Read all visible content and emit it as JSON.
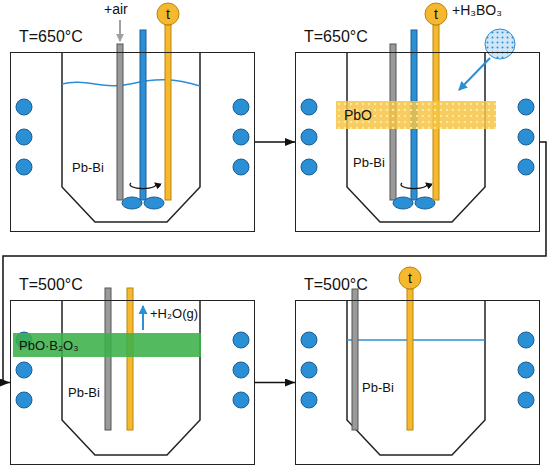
{
  "diagram": {
    "nodes": [
      {
        "text": [
          "T=650°C"
        ]
      },
      {
        "text": [
          "T=650°C"
        ]
      },
      {
        "text": [
          "PbO"
        ],
        "in": 1
      },
      {
        "text": [
          "T=500°C"
        ]
      },
      {
        "text": [
          "PbO·B₂O₃"
        ],
        "in": 3
      },
      {
        "text": [
          "T=500°C"
        ]
      }
    ],
    "edges": [
      {
        "from": 0,
        "to": 1,
        "arrow": "to"
      },
      {
        "from": 1,
        "to": 3,
        "arrow": "to"
      },
      {
        "from": 3,
        "to": 5,
        "arrow": "to"
      }
    ],
    "labels": [
      "+air",
      "t",
      "Pb-Bi",
      "t",
      "+H₃BO₃",
      "Pb-Bi",
      "Pb-Bi",
      "+H₂O(g)",
      "t",
      "Pb-Bi"
    ]
  }
}
